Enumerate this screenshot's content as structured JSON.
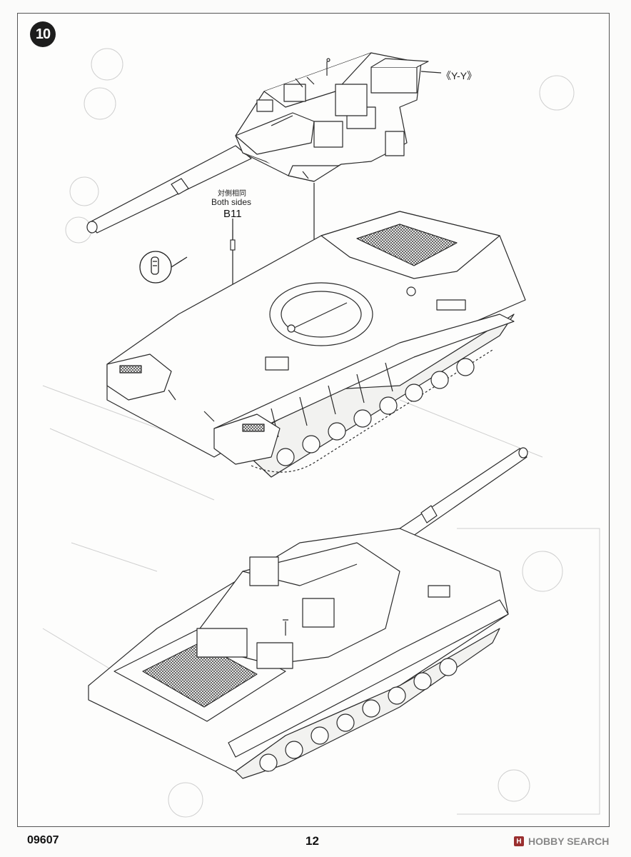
{
  "step": {
    "number": "10"
  },
  "callouts": {
    "view_label": "《Y-Y》",
    "both_sides_cn": "対側相同",
    "both_sides_en": "Both sides",
    "part_id": "B11"
  },
  "footer": {
    "kit_code": "09607",
    "page_number": "12"
  },
  "watermark": {
    "logo_glyph": "H",
    "text": "HOBBY SEARCH"
  },
  "icons": [
    "pin-part-icon",
    "assembly-arrow-icon"
  ]
}
